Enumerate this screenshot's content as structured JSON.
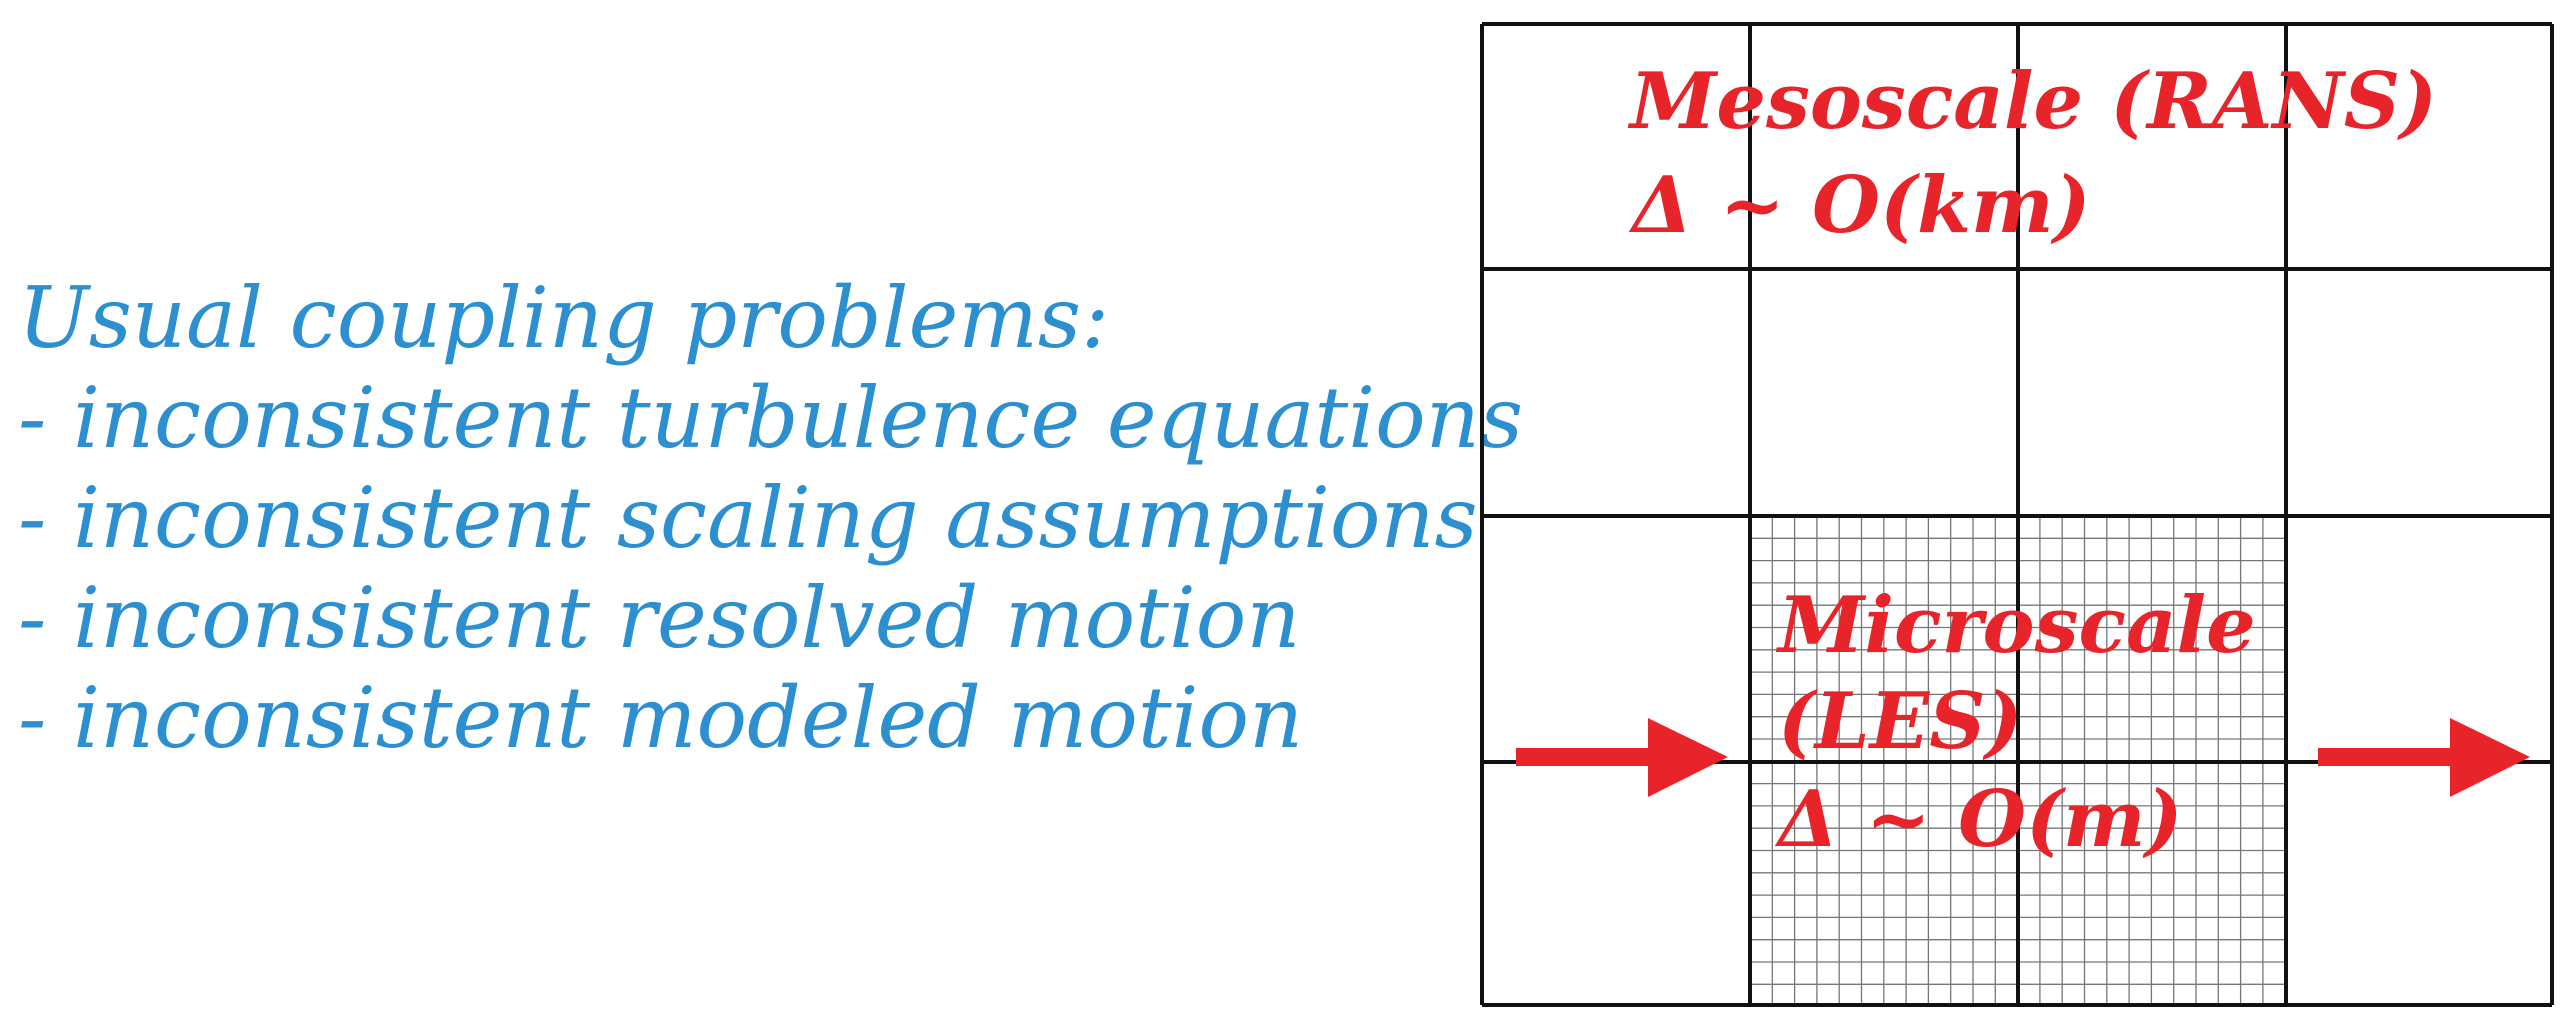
{
  "problems": {
    "heading": "Usual coupling problems:",
    "items": [
      "- inconsistent turbulence equations",
      "- inconsistent scaling assumptions",
      "- inconsistent resolved motion",
      "- inconsistent modeled motion"
    ]
  },
  "mesoscale": {
    "title": "Mesoscale (RANS)",
    "resolution": "Δ ~ O(km)"
  },
  "microscale": {
    "title_line1": "Microscale",
    "title_line2": "(LES)",
    "resolution": "Δ ~ O(m)"
  },
  "colors": {
    "problems_text": "#2b8fd0",
    "labels": "#e8242b",
    "arrows": "#e8242b",
    "grid": "#111111",
    "fine_grid": "#777777"
  },
  "icons": {
    "inflow": "right-arrow-icon",
    "outflow": "right-arrow-icon"
  }
}
